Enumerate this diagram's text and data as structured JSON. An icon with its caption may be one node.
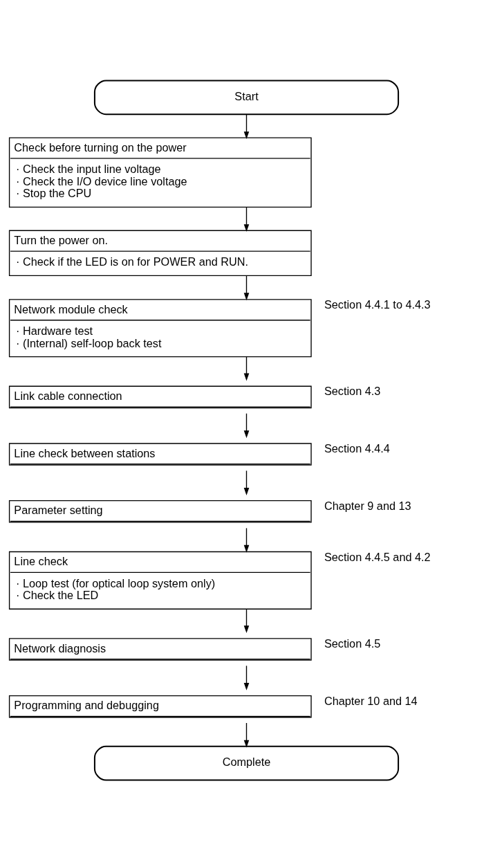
{
  "diagram": {
    "nodes": [
      {
        "text": [
          "Start"
        ]
      },
      {
        "text": [
          "Check before turning on the power",
          "· Check the input line voltage",
          "· Check the I/O device line voltage",
          "· Stop the CPU"
        ]
      },
      {
        "text": [
          "Turn the power on.",
          "· Check if the LED is on for POWER and RUN."
        ]
      },
      {
        "text": [
          "Network module check",
          "· Hardware test",
          "· (Internal) self-loop back test"
        ],
        "beside": [
          "Section 4.4.1 to 4.4.3"
        ]
      },
      {
        "text": [
          "Link cable connection"
        ],
        "beside": [
          "Section 4.3"
        ]
      },
      {
        "text": [
          "Line check between stations"
        ],
        "beside": [
          "Section 4.4.4"
        ]
      },
      {
        "text": [
          "Parameter setting"
        ],
        "beside": [
          "Chapter 9 and 13"
        ]
      },
      {
        "text": [
          "Line check",
          "· Loop test (for optical loop system only)",
          "· Check the LED"
        ],
        "beside": [
          "Section 4.4.5 and 4.2"
        ]
      },
      {
        "text": [
          "Network diagnosis"
        ],
        "beside": [
          "Section 4.5"
        ]
      },
      {
        "text": [
          "Programming and debugging"
        ],
        "beside": [
          "Chapter 10 and 14"
        ]
      },
      {
        "text": [
          "Complete"
        ]
      }
    ],
    "edges": [
      {
        "from": 0,
        "to": 1,
        "arrow": "to"
      },
      {
        "from": 1,
        "to": 2,
        "arrow": "to"
      },
      {
        "from": 2,
        "to": 3,
        "arrow": "to"
      },
      {
        "from": 3,
        "to": 4,
        "arrow": "to"
      },
      {
        "from": 4,
        "to": 5,
        "arrow": "to"
      },
      {
        "from": 5,
        "to": 6,
        "arrow": "to"
      },
      {
        "from": 6,
        "to": 7,
        "arrow": "to"
      },
      {
        "from": 7,
        "to": 8,
        "arrow": "to"
      },
      {
        "from": 8,
        "to": 9,
        "arrow": "to"
      },
      {
        "from": 9,
        "to": 10,
        "arrow": "to"
      }
    ]
  }
}
